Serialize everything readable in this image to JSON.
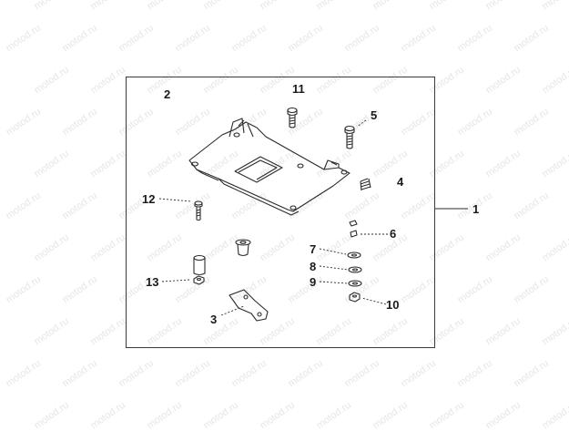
{
  "watermark": {
    "text": "motod.ru"
  },
  "callouts": {
    "c1": "1",
    "c2": "2",
    "c3": "3",
    "c4": "4",
    "c5": "5",
    "c6": "6",
    "c7": "7",
    "c8": "8",
    "c9": "9",
    "c10": "10",
    "c11": "11",
    "c12": "12",
    "c13": "13"
  },
  "colors": {
    "line": "#2b2b2b",
    "shade": "#9a9a9a",
    "watermark": "#e6e6e6"
  }
}
